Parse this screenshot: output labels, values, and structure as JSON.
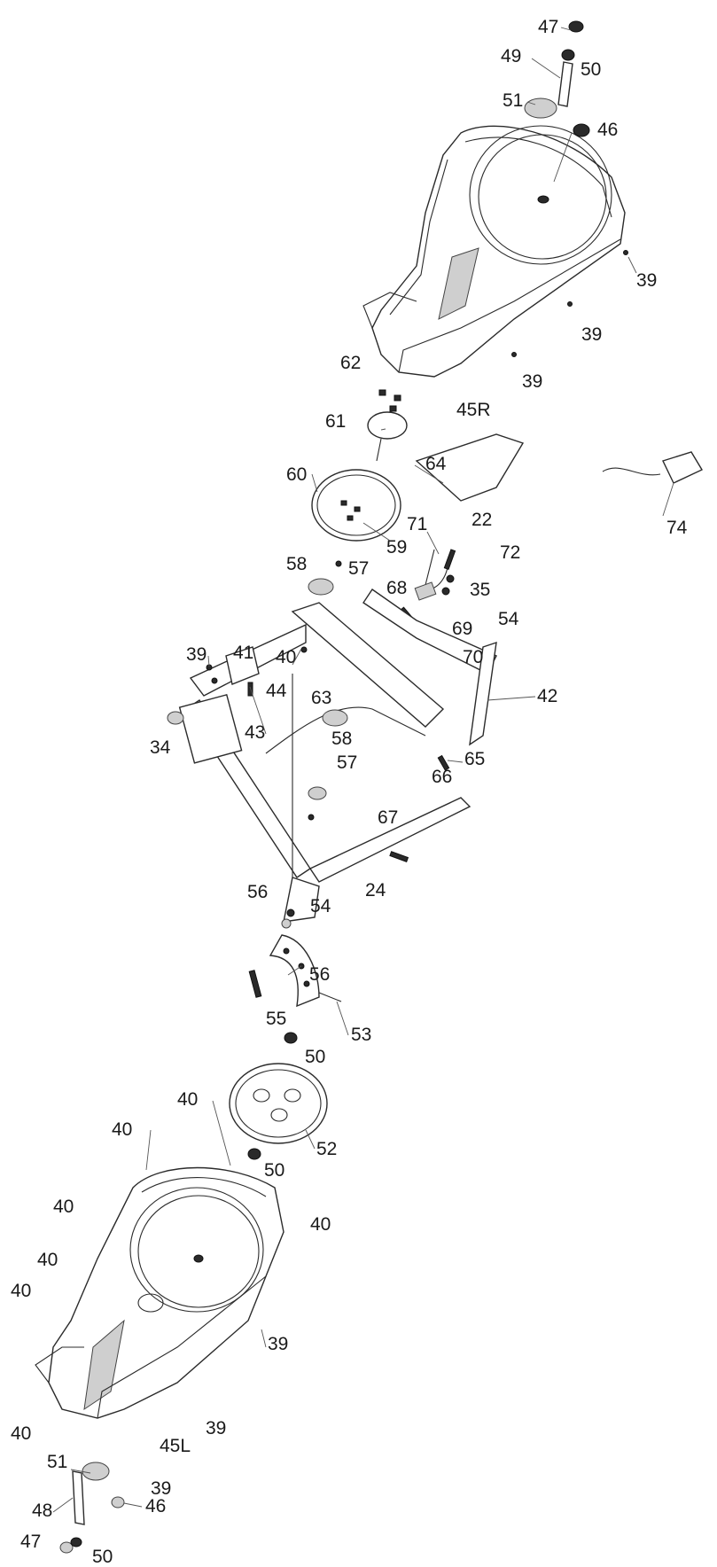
{
  "labels": {
    "l47_top": "47",
    "l49": "49",
    "l50_top": "50",
    "l51_top": "51",
    "l46_top": "46",
    "l39_a": "39",
    "l39_b": "39",
    "l39_c": "39",
    "l45r": "45R",
    "l62": "62",
    "l61": "61",
    "l64": "64",
    "l74": "74",
    "l60": "60",
    "l59": "59",
    "l71": "71",
    "l22": "22",
    "l72": "72",
    "l58_top": "58",
    "l57_top": "57",
    "l68": "68",
    "l35": "35",
    "l54_top": "54",
    "l69": "69",
    "l70": "70",
    "l39_d": "39",
    "l41": "41",
    "l40_a": "40",
    "l44": "44",
    "l63": "63",
    "l42": "42",
    "l34": "34",
    "l43": "43",
    "l58_mid": "58",
    "l57_mid": "57",
    "l65": "65",
    "l66": "66",
    "l67": "67",
    "l56_a": "56",
    "l54_mid": "54",
    "l24": "24",
    "l56_b": "56",
    "l55": "55",
    "l53": "53",
    "l50_mid": "50",
    "l40_b": "40",
    "l40_c": "40",
    "l52": "52",
    "l50_low": "50",
    "l40_d": "40",
    "l40_e": "40",
    "l40_f": "40",
    "l40_g": "40",
    "l39_e": "39",
    "l40_h": "40",
    "l39_f": "39",
    "l45l": "45L",
    "l51_bot": "51",
    "l39_g": "39",
    "l48": "48",
    "l46_bot": "46",
    "l47_bot": "47",
    "l50_bot": "50"
  }
}
